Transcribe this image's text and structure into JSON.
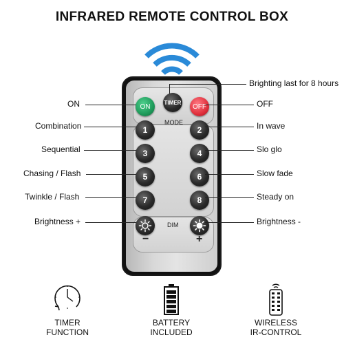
{
  "title": "INFRARED REMOTE CONTROL BOX",
  "remote": {
    "on_label": "ON",
    "timer_label": "TIMER",
    "off_label": "OFF",
    "mode_label": "MODE",
    "dim_label": "DIM",
    "minus": "−",
    "plus": "+",
    "buttons": [
      "1",
      "2",
      "3",
      "4",
      "5",
      "6",
      "7",
      "8"
    ]
  },
  "callouts_left": [
    "ON",
    "Combination",
    "Sequential",
    "Chasing / Flash",
    "Twinkle / Flash",
    "Brightness +"
  ],
  "callouts_right": [
    "Brighting last for 8 hours",
    "OFF",
    "In wave",
    "Slo glo",
    "Slow fade",
    "Steady on",
    "Brightness -"
  ],
  "features": [
    {
      "line1": "TIMER",
      "line2": "FUNCTION",
      "icon": "clock-icon"
    },
    {
      "line1": "BATTERY",
      "line2": "INCLUDED",
      "icon": "battery-icon"
    },
    {
      "line1": "WIRELESS",
      "line2": "IR-CONTROL",
      "icon": "remote-icon"
    }
  ],
  "colors": {
    "wifi": "#2a8ad8",
    "on": "#1e9a5a",
    "off": "#e0303c",
    "button": "#222222"
  }
}
